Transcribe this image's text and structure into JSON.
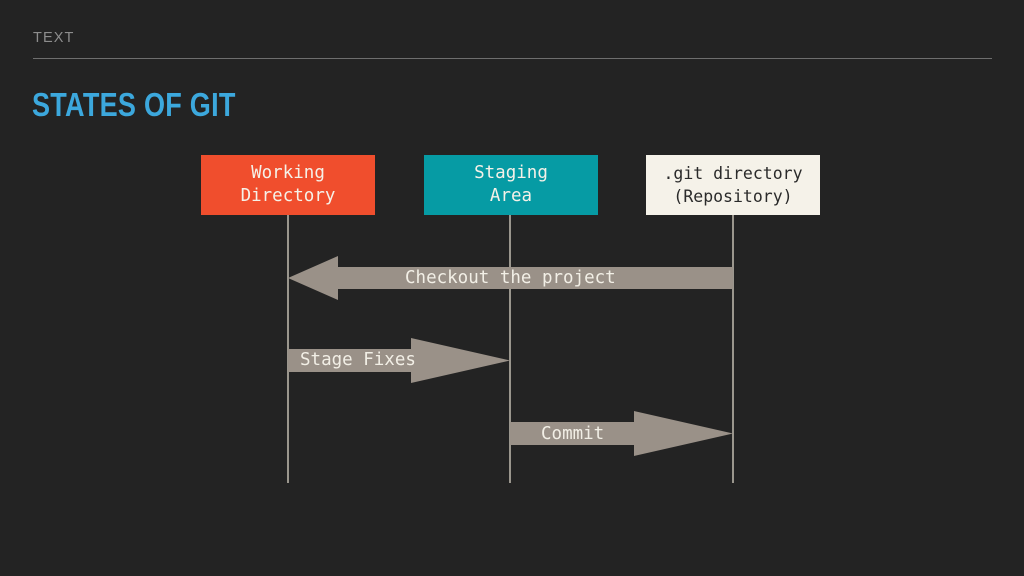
{
  "slide": {
    "kicker": "TEXT",
    "title": "STATES OF GIT",
    "background_color": "#232323",
    "accent_color": "#3ca8dd",
    "kicker_color": "#8d8d8d",
    "divider_color": "#6e6e6e"
  },
  "diagram": {
    "type": "flow",
    "nodes": [
      {
        "id": "working-directory",
        "line1": "Working",
        "line2": "Directory",
        "fill": "#f04e2d",
        "text_color": "#f5f1e8"
      },
      {
        "id": "staging-area",
        "line1": "Staging",
        "line2": "Area",
        "fill": "#069ba4",
        "text_color": "#f5f1e8"
      },
      {
        "id": "git-directory",
        "line1": ".git directory",
        "line2": "(Repository)",
        "fill": "#f5f2e9",
        "text_color": "#2a2a2a"
      }
    ],
    "arrows": [
      {
        "id": "checkout",
        "label": "Checkout the project",
        "from": "git-directory",
        "to": "working-directory",
        "direction": "left",
        "fill": "#9a9188"
      },
      {
        "id": "stage-fixes",
        "label": "Stage Fixes",
        "from": "working-directory",
        "to": "staging-area",
        "direction": "right",
        "fill": "#9a9188"
      },
      {
        "id": "commit",
        "label": "Commit",
        "from": "staging-area",
        "to": "git-directory",
        "direction": "right",
        "fill": "#9a9188"
      }
    ],
    "lifeline_color": "#9a968d"
  }
}
